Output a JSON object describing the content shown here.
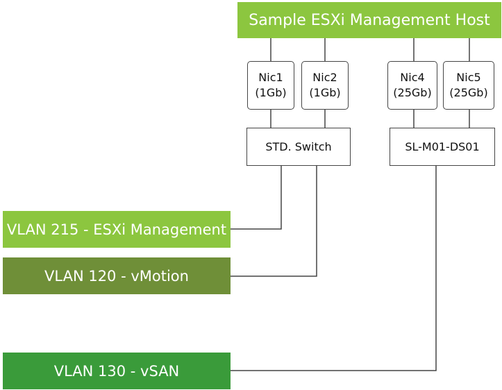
{
  "host": {
    "label": "Sample ESXi Management Host",
    "color": "#8cc63f"
  },
  "nics": [
    {
      "name": "Nic1",
      "speed": "(1Gb)"
    },
    {
      "name": "Nic2",
      "speed": "(1Gb)"
    },
    {
      "name": "Nic4",
      "speed": "(25Gb)"
    },
    {
      "name": "Nic5",
      "speed": "(25Gb)"
    }
  ],
  "switches": {
    "standard": "STD. Switch",
    "distributed": "SL-M01-DS01"
  },
  "vlans": [
    {
      "label": "VLAN 215 - ESXi Management",
      "color": "#8cc63f"
    },
    {
      "label": "VLAN 120 - vMotion",
      "color": "#6f8f38"
    },
    {
      "label": "VLAN 130 - vSAN",
      "color": "#3a9b3a"
    }
  ],
  "line_color": "#444444"
}
